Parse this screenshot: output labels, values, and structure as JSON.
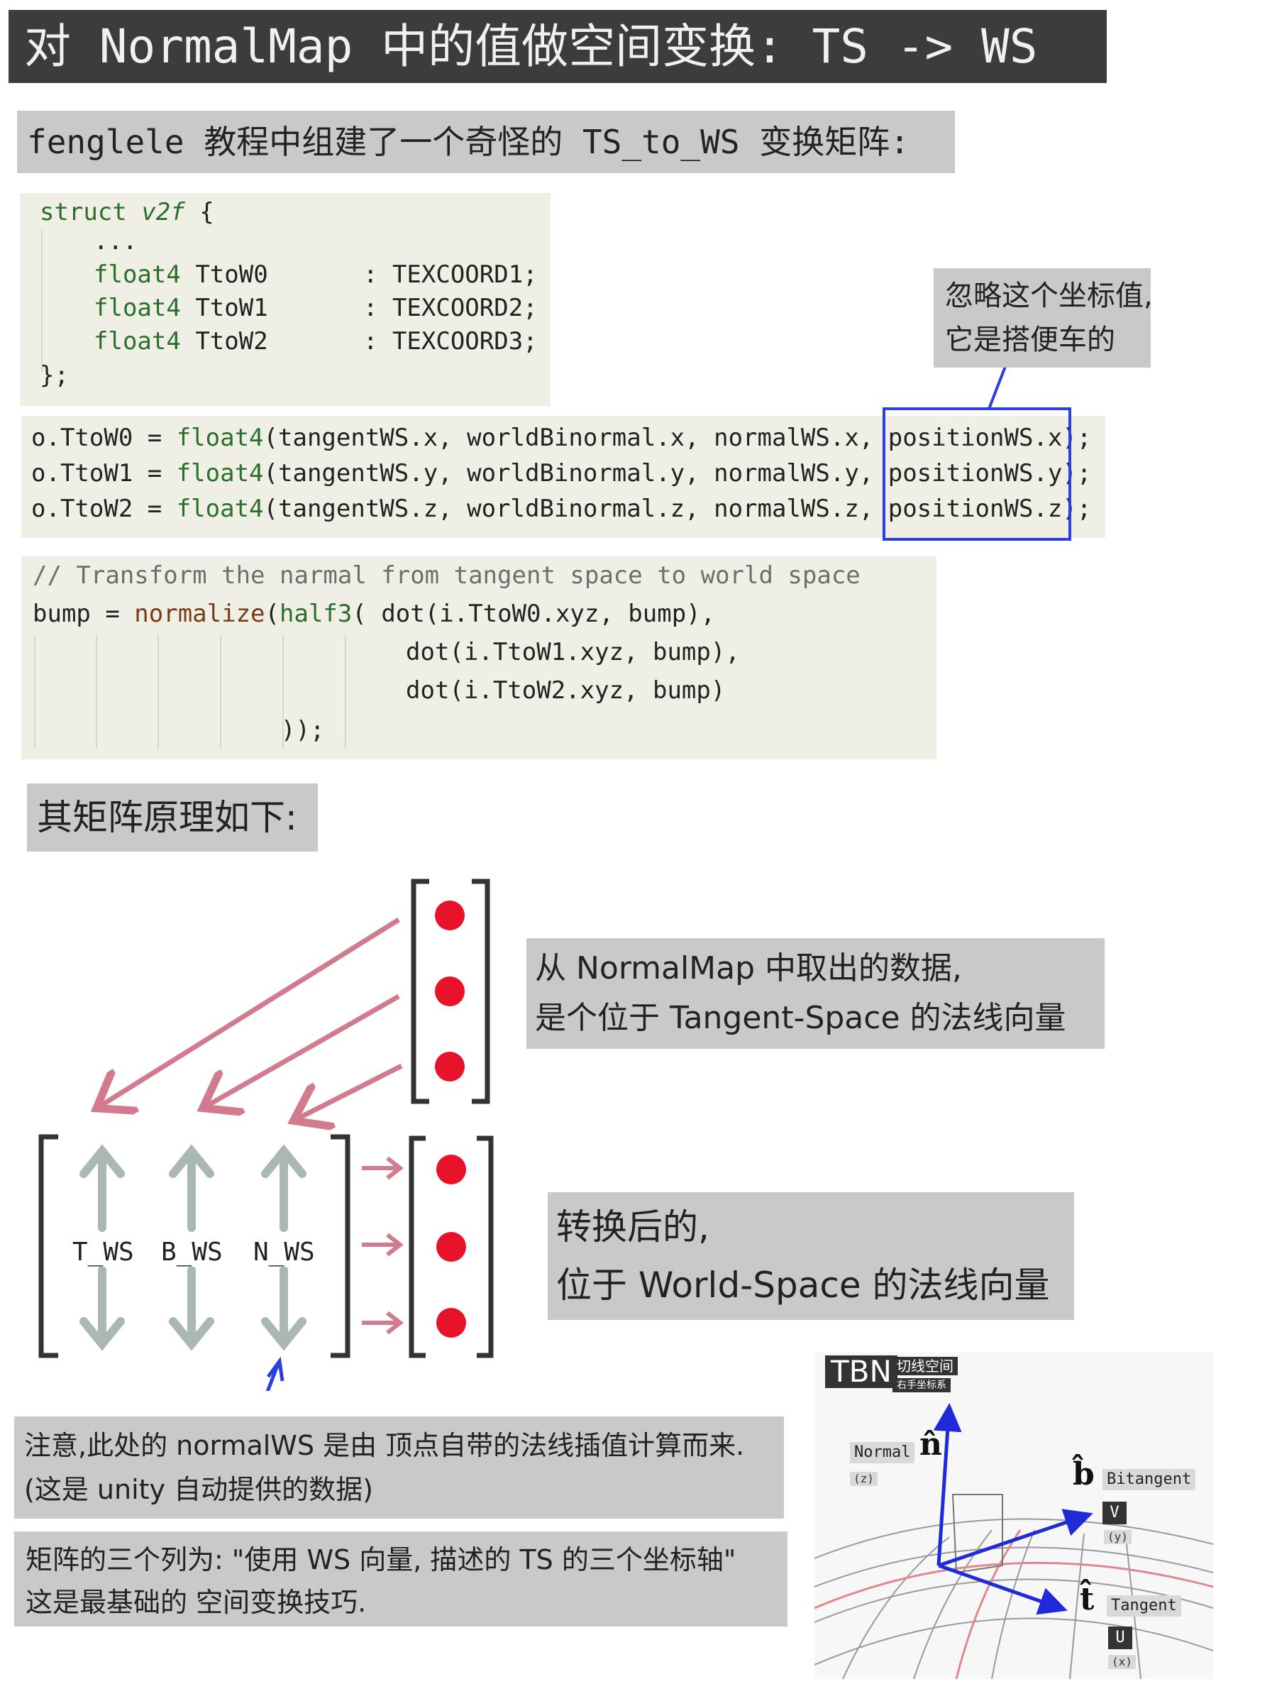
{
  "title": "对 NormalMap 中的值做空间变换: TS -> WS",
  "subtitle": "fenglele 教程中组建了一个奇怪的 TS_to_WS 变换矩阵:",
  "struct_code": {
    "line1_kw": "struct",
    "line1_name": "v2f",
    "line1_brace": " {",
    "line2": "...",
    "fields": [
      {
        "type": "float4",
        "name": "TtoW0",
        "semantic": ": TEXCOORD1;"
      },
      {
        "type": "float4",
        "name": "TtoW1",
        "semantic": ": TEXCOORD2;"
      },
      {
        "type": "float4",
        "name": "TtoW2",
        "semantic": ": TEXCOORD3;"
      }
    ],
    "closing": "};"
  },
  "assign_code": [
    {
      "lhs": "o.TtoW0 = ",
      "func": "float4",
      "args": "(tangentWS.x, worldBinormal.x, normalWS.x, ",
      "pos": "positionWS.x",
      "tail": ");"
    },
    {
      "lhs": "o.TtoW1 = ",
      "func": "float4",
      "args": "(tangentWS.y, worldBinormal.y, normalWS.y, ",
      "pos": "positionWS.y",
      "tail": ");"
    },
    {
      "lhs": "o.TtoW2 = ",
      "func": "float4",
      "args": "(tangentWS.z, worldBinormal.z, normalWS.z, ",
      "pos": "positionWS.z",
      "tail": ");"
    }
  ],
  "callout_position": {
    "line1": "忽略这个坐标值,",
    "line2": "它是搭便车的"
  },
  "bump_code": {
    "comment": "// Transform the narmal from tangent space to world space",
    "line1_lhs": "bump = ",
    "line1_func": "normalize",
    "line1_open": "(",
    "line1_half3": "half3",
    "line1_rest": "( dot(i.TtoW0.xyz, bump),",
    "line2": "dot(i.TtoW1.xyz, bump),",
    "line3": "dot(i.TtoW2.xyz, bump)",
    "line4": "));"
  },
  "matrix_heading": "其矩阵原理如下:",
  "matrix_columns": [
    "T_WS",
    "B_WS",
    "N_WS"
  ],
  "callout_tangent": {
    "line1": "从 NormalMap 中取出的数据,",
    "line2": "是个位于 Tangent-Space 的法线向量"
  },
  "callout_world": {
    "line1": "转换后的,",
    "line2": "位于 World-Space 的法线向量"
  },
  "note_normal": {
    "line1": "注意,此处的 normalWS 是由 顶点自带的法线插值计算而来.",
    "line2": "(这是 unity 自动提供的数据)"
  },
  "note_matrix": {
    "line1": "矩阵的三个列为: \"使用 WS 向量, 描述的 TS 的三个坐标轴\"",
    "line2": "这是最基础的 空间变换技巧."
  },
  "tbn": {
    "title": "TBN",
    "subtitle1": "切线空间",
    "subtitle2": "右手坐标系",
    "normal_label": "Normal",
    "normal_axis": "(z)",
    "normal_symbol": "n̂",
    "bitangent_label": "Bitangent",
    "bitangent_symbol": "b̂",
    "bitangent_letter": "V",
    "bitangent_axis": "(y)",
    "tangent_label": "Tangent",
    "tangent_symbol": "t̂",
    "tangent_letter": "U",
    "tangent_axis": "(x)"
  },
  "colors": {
    "title_bg": "#3c3c3c",
    "box_gray": "#c9c9c9",
    "code_bg": "#f0efe6",
    "keyword_green": "#2a6f2a",
    "highlight_blue": "#2b3fe0",
    "pink_arrow": "#d27a8e",
    "red_dot": "#e8132b",
    "gray_arrow": "#a9b8b1",
    "tbn_blue": "#1f2bd8"
  }
}
